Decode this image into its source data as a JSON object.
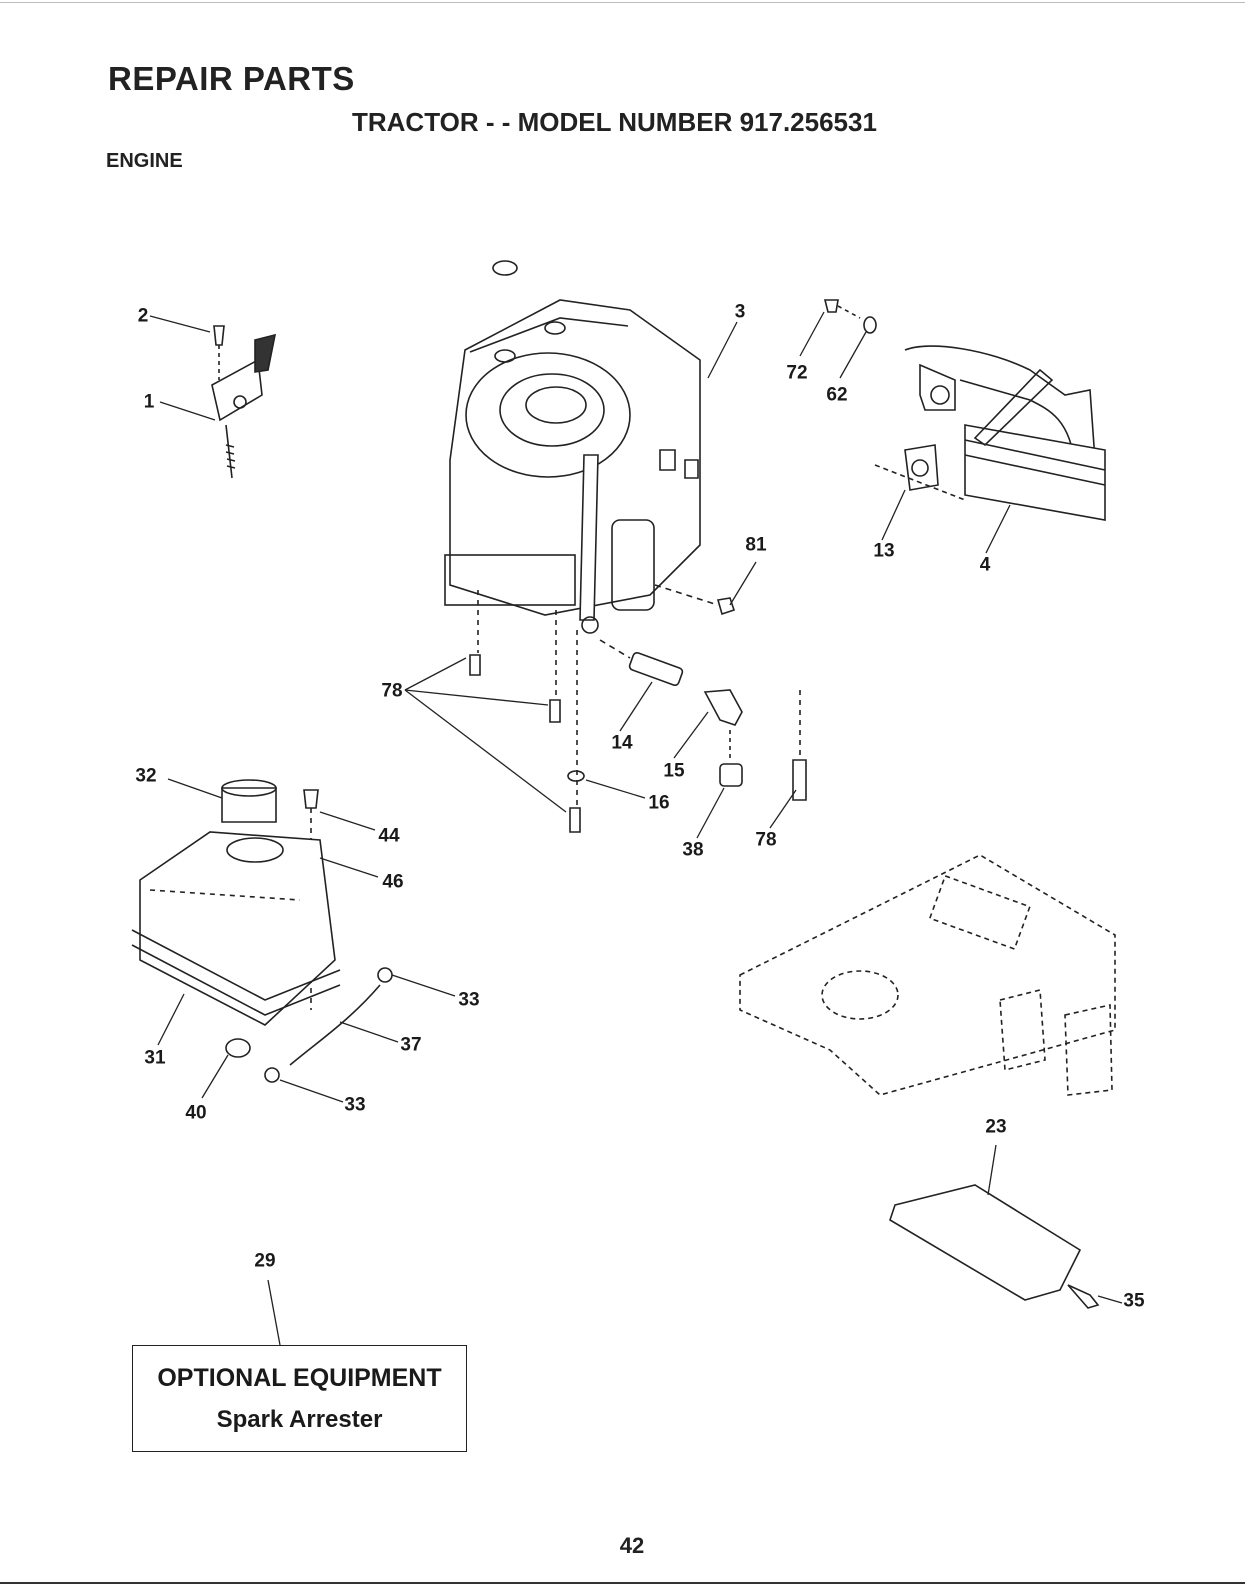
{
  "header": {
    "title": "REPAIR PARTS",
    "subtitle": "TRACTOR - - MODEL NUMBER 917.256531",
    "section": "ENGINE"
  },
  "callouts": [
    "1",
    "2",
    "3",
    "72",
    "62",
    "13",
    "4",
    "81",
    "78",
    "14",
    "15",
    "16",
    "38",
    "78",
    "32",
    "44",
    "46",
    "31",
    "40",
    "33",
    "37",
    "33",
    "23",
    "35",
    "29"
  ],
  "optional_box": {
    "title": "OPTIONAL EQUIPMENT",
    "item": "Spark Arrester"
  },
  "footer": {
    "page_number": "42"
  }
}
